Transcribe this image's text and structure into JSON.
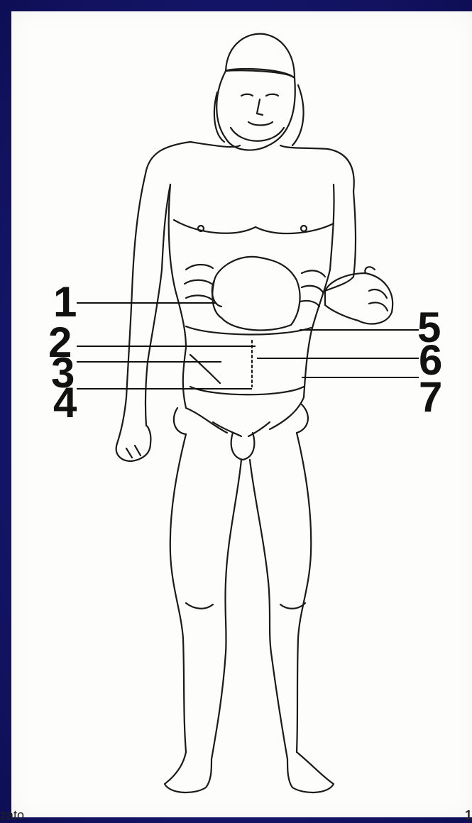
{
  "labels": {
    "l1": "1",
    "l2": "2",
    "l3": "3",
    "l4": "4",
    "l5": "5",
    "l6": "6",
    "l7": "7"
  },
  "footer": {
    "left_text": "zato",
    "right_text": "1"
  },
  "colors": {
    "background": "#1a1a6e",
    "paper": "#fdfdfb",
    "ink": "#111111"
  }
}
